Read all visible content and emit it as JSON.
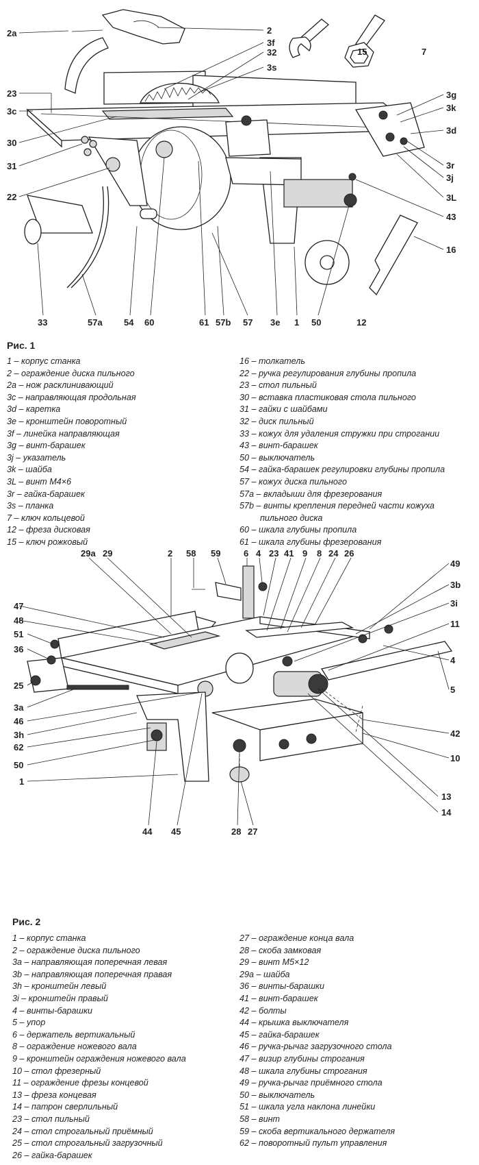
{
  "figure1": {
    "callouts": [
      "2a",
      "2",
      "3f",
      "32",
      "3s",
      "15",
      "7",
      "23",
      "3c",
      "30",
      "31",
      "22",
      "3g",
      "3k",
      "3d",
      "3r",
      "3j",
      "3L",
      "43",
      "16",
      "33",
      "57a",
      "54",
      "60",
      "61",
      "57b",
      "57",
      "3e",
      "1",
      "50",
      "12"
    ],
    "caption": "Рис. 1",
    "legend_left": [
      "1 – корпус станка",
      "2 – ограждение диска пильного",
      "2a – нож расклинивающий",
      "3с – направляющая продольная",
      "3d – каретка",
      "3е – кронштейн поворотный",
      "3f – линейка направляющая",
      "3g – винт-барашек",
      "3j – указатель",
      "3k – шайба",
      "3L – винт М4×6",
      "3r – гайка-барашек",
      "3s – планка",
      "7 – ключ кольцевой",
      "12 – фреза дисковая",
      "15 – ключ рожковый"
    ],
    "legend_right": [
      "16 – толкатель",
      "22 – ручка регулирования глубины пропила",
      "23 – стол пильный",
      "30 – вставка пластиковая стола пильного",
      "31 – гайки с шайбами",
      "32 – диск пильный",
      "33 – кожух для удаления стружки при строгании",
      "43 – винт-барашек",
      "50 – выключатель",
      "54 – гайка-барашек регулировки глубины пропила",
      "57 – кожух диска пильного",
      "57а – вкладыши для фрезерования",
      "57b – винты крепления передней части кожуха",
      "пильного диска",
      "60 – шкала глубины пропила",
      "61 – шкала глубины фрезерования"
    ]
  },
  "figure2": {
    "callouts": [
      "29a",
      "29",
      "2",
      "58",
      "59",
      "6",
      "4",
      "23",
      "41",
      "9",
      "8",
      "24",
      "26",
      "49",
      "3b",
      "3i",
      "11",
      "4",
      "47",
      "48",
      "51",
      "36",
      "25",
      "5",
      "3a",
      "46",
      "3h",
      "62",
      "42",
      "50",
      "10",
      "1",
      "13",
      "14",
      "44",
      "45",
      "28",
      "27"
    ],
    "caption": "Рис. 2",
    "legend_left": [
      "1 – корпус станка",
      "2 – ограждение диска пильного",
      "3а – направляющая поперечная левая",
      "3b – направляющая поперечная правая",
      "3h – кронштейн левый",
      "3i – кронштейн правый",
      "4 – винты-барашки",
      "5 – упор",
      "6 – держатель вертикальный",
      "8 – ограждение ножевого вала",
      "9 – кронштейн ограждения ножевого вала",
      "10 – стол фрезерный",
      "11 – ограждение фрезы концевой",
      "13 – фреза концевая",
      "14 – патрон сверлильный",
      "23 – стол пильный",
      "24 – стол строгальный приёмный",
      "25 – стол строгальный загрузочный",
      "26 – гайка-барашек"
    ],
    "legend_right": [
      "27 – ограждение конца вала",
      "28 – скоба замковая",
      "29 – винт М5×12",
      "29а – шайба",
      "36 – винты-барашки",
      "41 – винт-барашек",
      "42 – болты",
      "44 – крышка выключателя",
      "45 – гайка-барашек",
      "46 – ручка-рычаг загрузочного стола",
      "47 – визир глубины строгания",
      "48 – шкала глубины строгания",
      "49 – ручка-рычаг приёмного стола",
      "50 – выключатель",
      "51 – шкала угла наклона линейки",
      "58 – винт",
      "59 – скоба вертикального держателя",
      "62 – поворотный пульт управления"
    ]
  }
}
